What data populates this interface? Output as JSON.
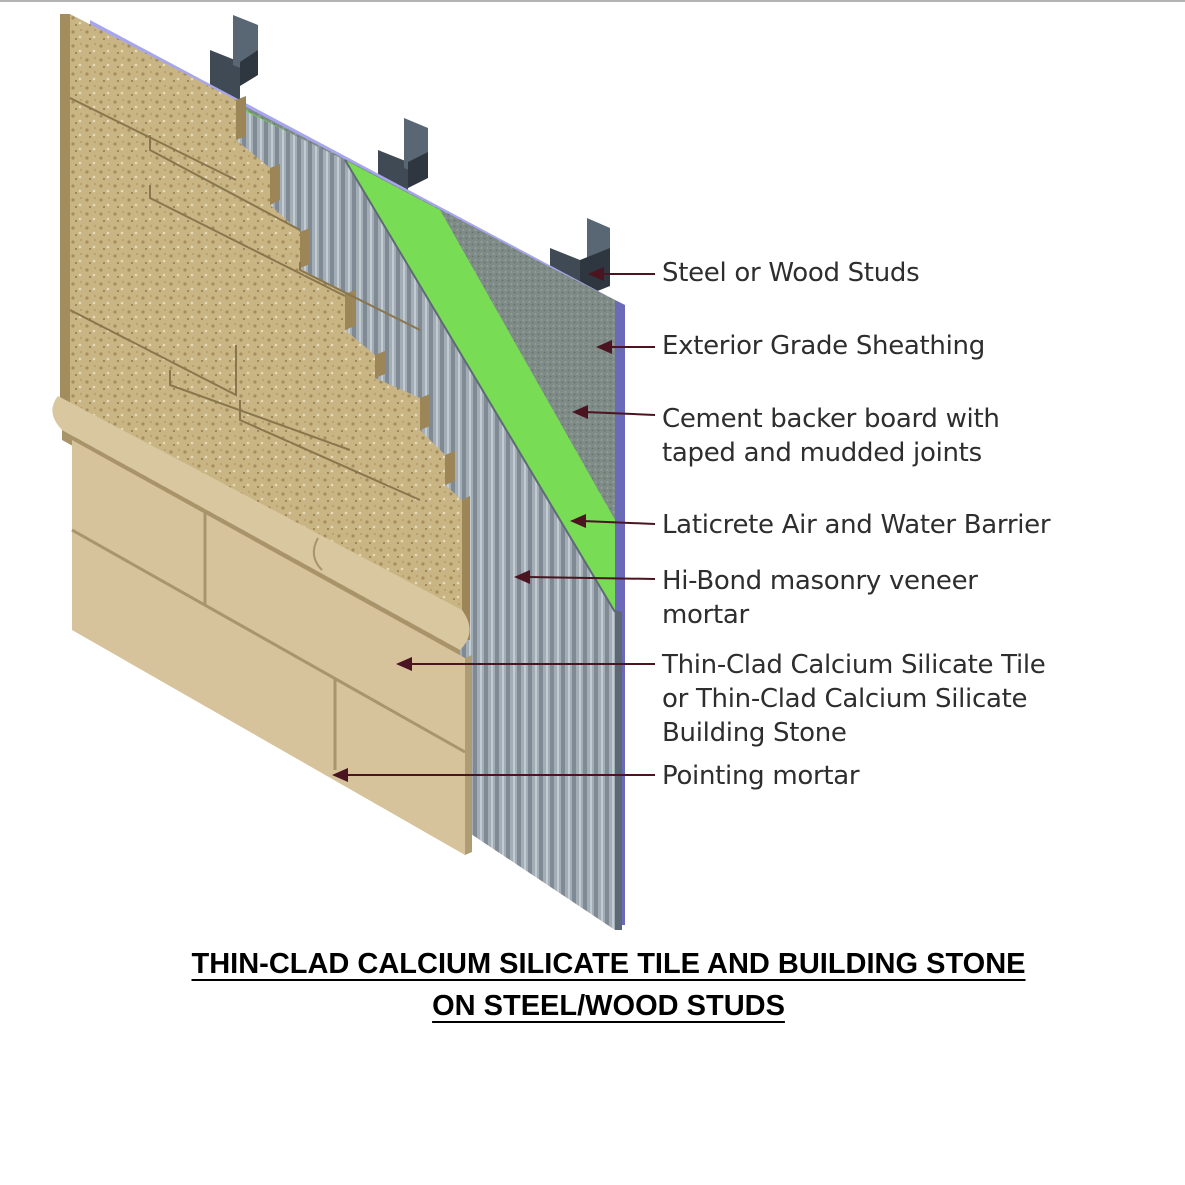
{
  "labels": {
    "studs": "Steel or Wood Studs",
    "sheathing": "Exterior Grade Sheathing",
    "backer_line1": "Cement backer board with",
    "backer_line2": "taped and mudded joints",
    "barrier": "Laticrete Air and Water Barrier",
    "mortar_line1": "Hi-Bond masonry veneer",
    "mortar_line2": "mortar",
    "tile_line1": "Thin-Clad Calcium Silicate Tile",
    "tile_line2": "or Thin-Clad Calcium Silicate",
    "tile_line3": "Building Stone",
    "pointing": "Pointing mortar"
  },
  "caption": {
    "line1": "THIN-CLAD CALCIUM SILICATE TILE AND BUILDING STONE",
    "line2": "ON STEEL/WOOD STUDS"
  },
  "colors": {
    "barrier_green": "#6cd24a",
    "sheathing_lavender": "#a6a6ee",
    "backer_gray": "#7e8a84",
    "mortar_gray": "#9aa3ac",
    "stone_beige": "#cfb98d",
    "tile_tan": "#d6c29b",
    "arrow_maroon": "#4a1420"
  }
}
